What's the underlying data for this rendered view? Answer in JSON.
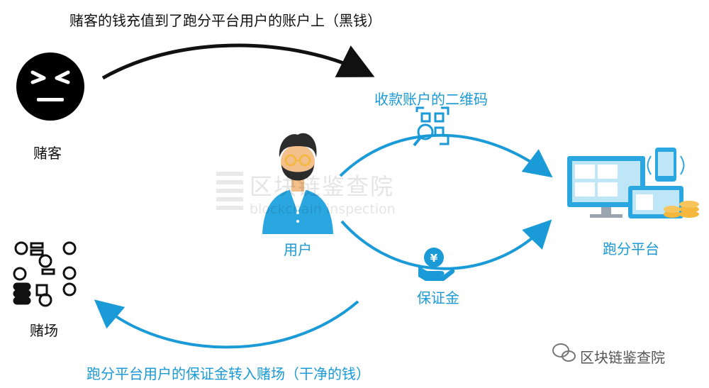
{
  "labels": {
    "top_flow": "赌客的钱充值到了跑分平台用户的账户上（黑钱）",
    "gambler": "赌客",
    "qr_label": "收款账户的二维码",
    "user": "用户",
    "platform": "跑分平台",
    "casino": "赌场",
    "deposit": "保证金",
    "bottom_flow": "跑分平台用户的保证金转入赌场（干净的钱）",
    "brand": "区块链鉴查院"
  },
  "watermark": {
    "cn": "区块链鉴查院",
    "en": "blockchain inspection"
  },
  "colors": {
    "accent": "#1a9ad6",
    "black": "#111111",
    "gold": "#f5b83d",
    "skin": "#f3c08b"
  },
  "icons": {
    "gambler": "angry-face-icon",
    "qr": "qr-code-magnifier-icon",
    "user": "bearded-man-avatar-icon",
    "platform": "devices-icon",
    "casino": "casino-chips-icon",
    "deposit": "hand-yen-coin-icon",
    "brand": "wechat-icon"
  }
}
